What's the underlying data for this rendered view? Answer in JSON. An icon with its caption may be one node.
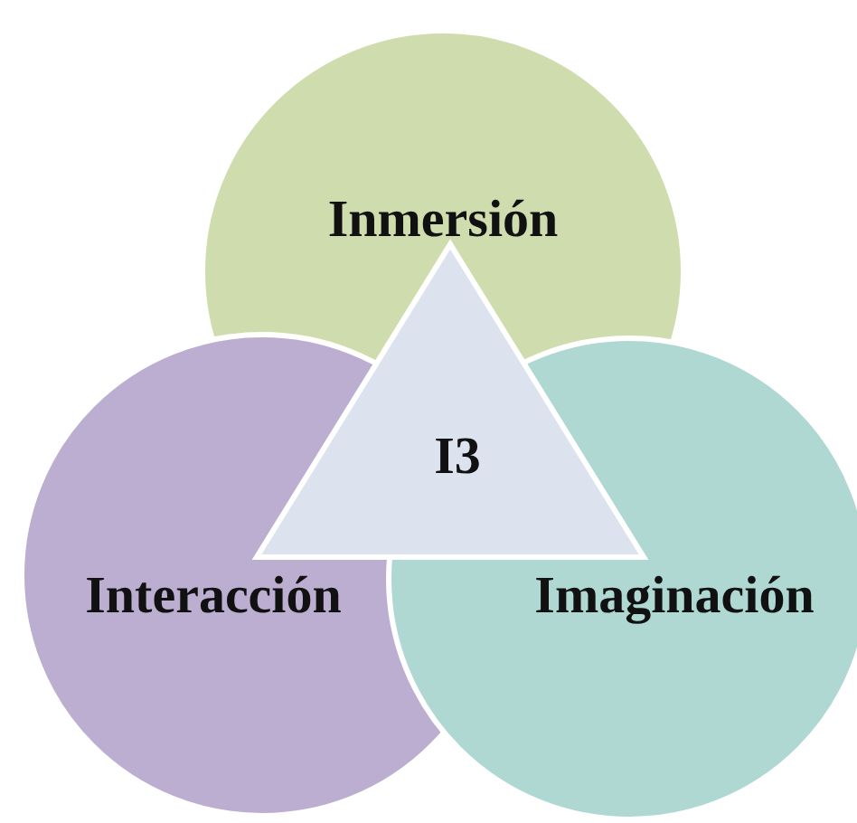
{
  "diagram": {
    "nodes": [
      {
        "text": [
          "Inmersión"
        ]
      },
      {
        "text": [
          "Interacción"
        ]
      },
      {
        "text": [
          "Imaginación"
        ]
      },
      {
        "text": [
          "I3"
        ]
      }
    ]
  }
}
